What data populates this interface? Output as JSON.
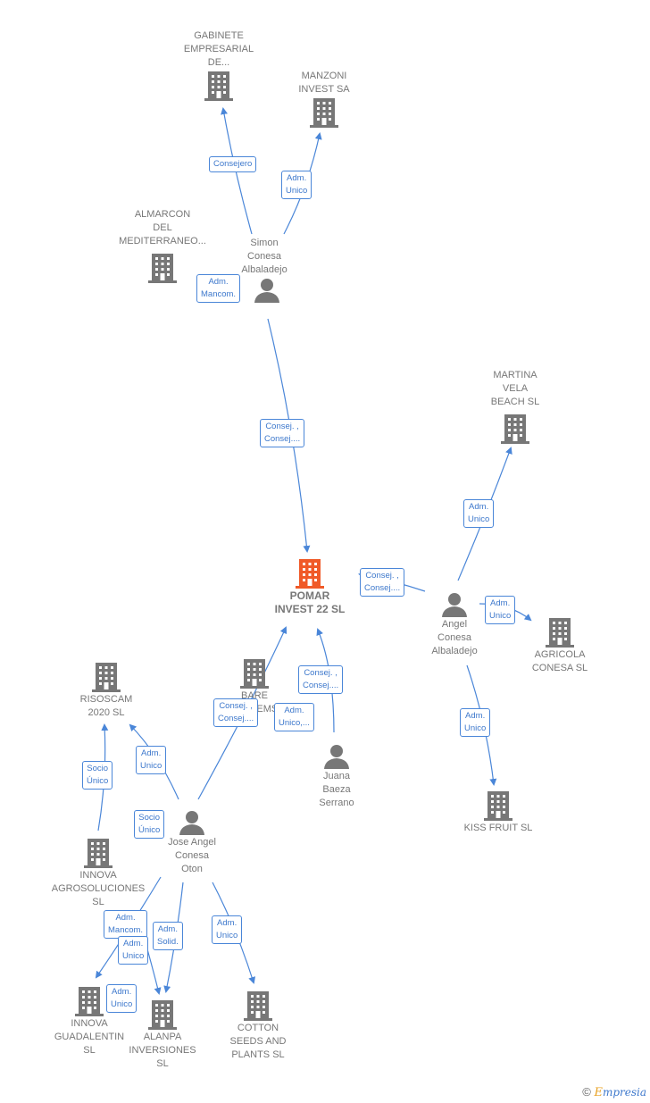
{
  "nodes": {
    "gabinete": "GABINETE\nEMPRESARIAL\nDE...",
    "manzoni": "MANZONI\nINVEST SA",
    "almarcon": "ALMARCON\nDEL\nMEDITERRANEO...",
    "simon": "Simon\nConesa\nAlbaladejo",
    "martina": "MARTINA\nVELA\nBEACH  SL",
    "pomar": "POMAR\nINVEST 22  SL",
    "angel": "Angel\nConesa\nAlbaladejo",
    "agricola": "AGRICOLA\nCONESA SL",
    "risoscam": "RISOSCAM\n2020  SL",
    "bare": "BARE\nSYSTEMS",
    "juana": "Juana\nBaeza\nSerrano",
    "kiss": "KISS FRUIT  SL",
    "innova_agro": "INNOVA\nAGROSOLUCIONES\nSL",
    "jose": "Jose Angel\nConesa\nOton",
    "innova_guad": "INNOVA\nGUADALENTIN\nSL",
    "alanpa": "ALANPA\nINVERSIONES\nSL",
    "cotton": "COTTON\nSEEDS AND\nPLANTS  SL"
  },
  "badges": {
    "consejero": "Consejero",
    "adm_unico_manzoni": "Adm.\nUnico",
    "adm_mancom_almarcon": "Adm.\nMancom.",
    "consej_simon_pomar": "Consej. ,\nConsej....",
    "adm_unico_martina": "Adm.\nUnico",
    "consej_angel_pomar": "Consej. ,\nConsej....",
    "adm_unico_agricola": "Adm.\nUnico",
    "adm_unico_kiss": "Adm.\nUnico",
    "consej_juana_pomar": "Consej. ,\nConsej....",
    "consej_jose_pomar": "Consej. ,\nConsej....",
    "adm_unico_bare": "Adm.\nUnico,...",
    "adm_unico_risoscam": "Adm.\nUnico",
    "socio_unico_risoscam": "Socio\nÚnico",
    "socio_unico_innova": "Socio\nÚnico",
    "adm_mancom_guad": "Adm.\nMancom.",
    "adm_unico_guad": "Adm.\nUnico",
    "adm_solid_alanpa": "Adm.\nSolid.",
    "adm_unico_alanpa": "Adm.\nUnico",
    "adm_unico_cotton": "Adm.\nUnico"
  },
  "footer": {
    "copyright": "©",
    "brand_first": "E",
    "brand_rest": "mpresia"
  },
  "colors": {
    "edge": "#4a86d8",
    "building": "#777777",
    "center_building": "#f05a28",
    "person": "#777777"
  }
}
